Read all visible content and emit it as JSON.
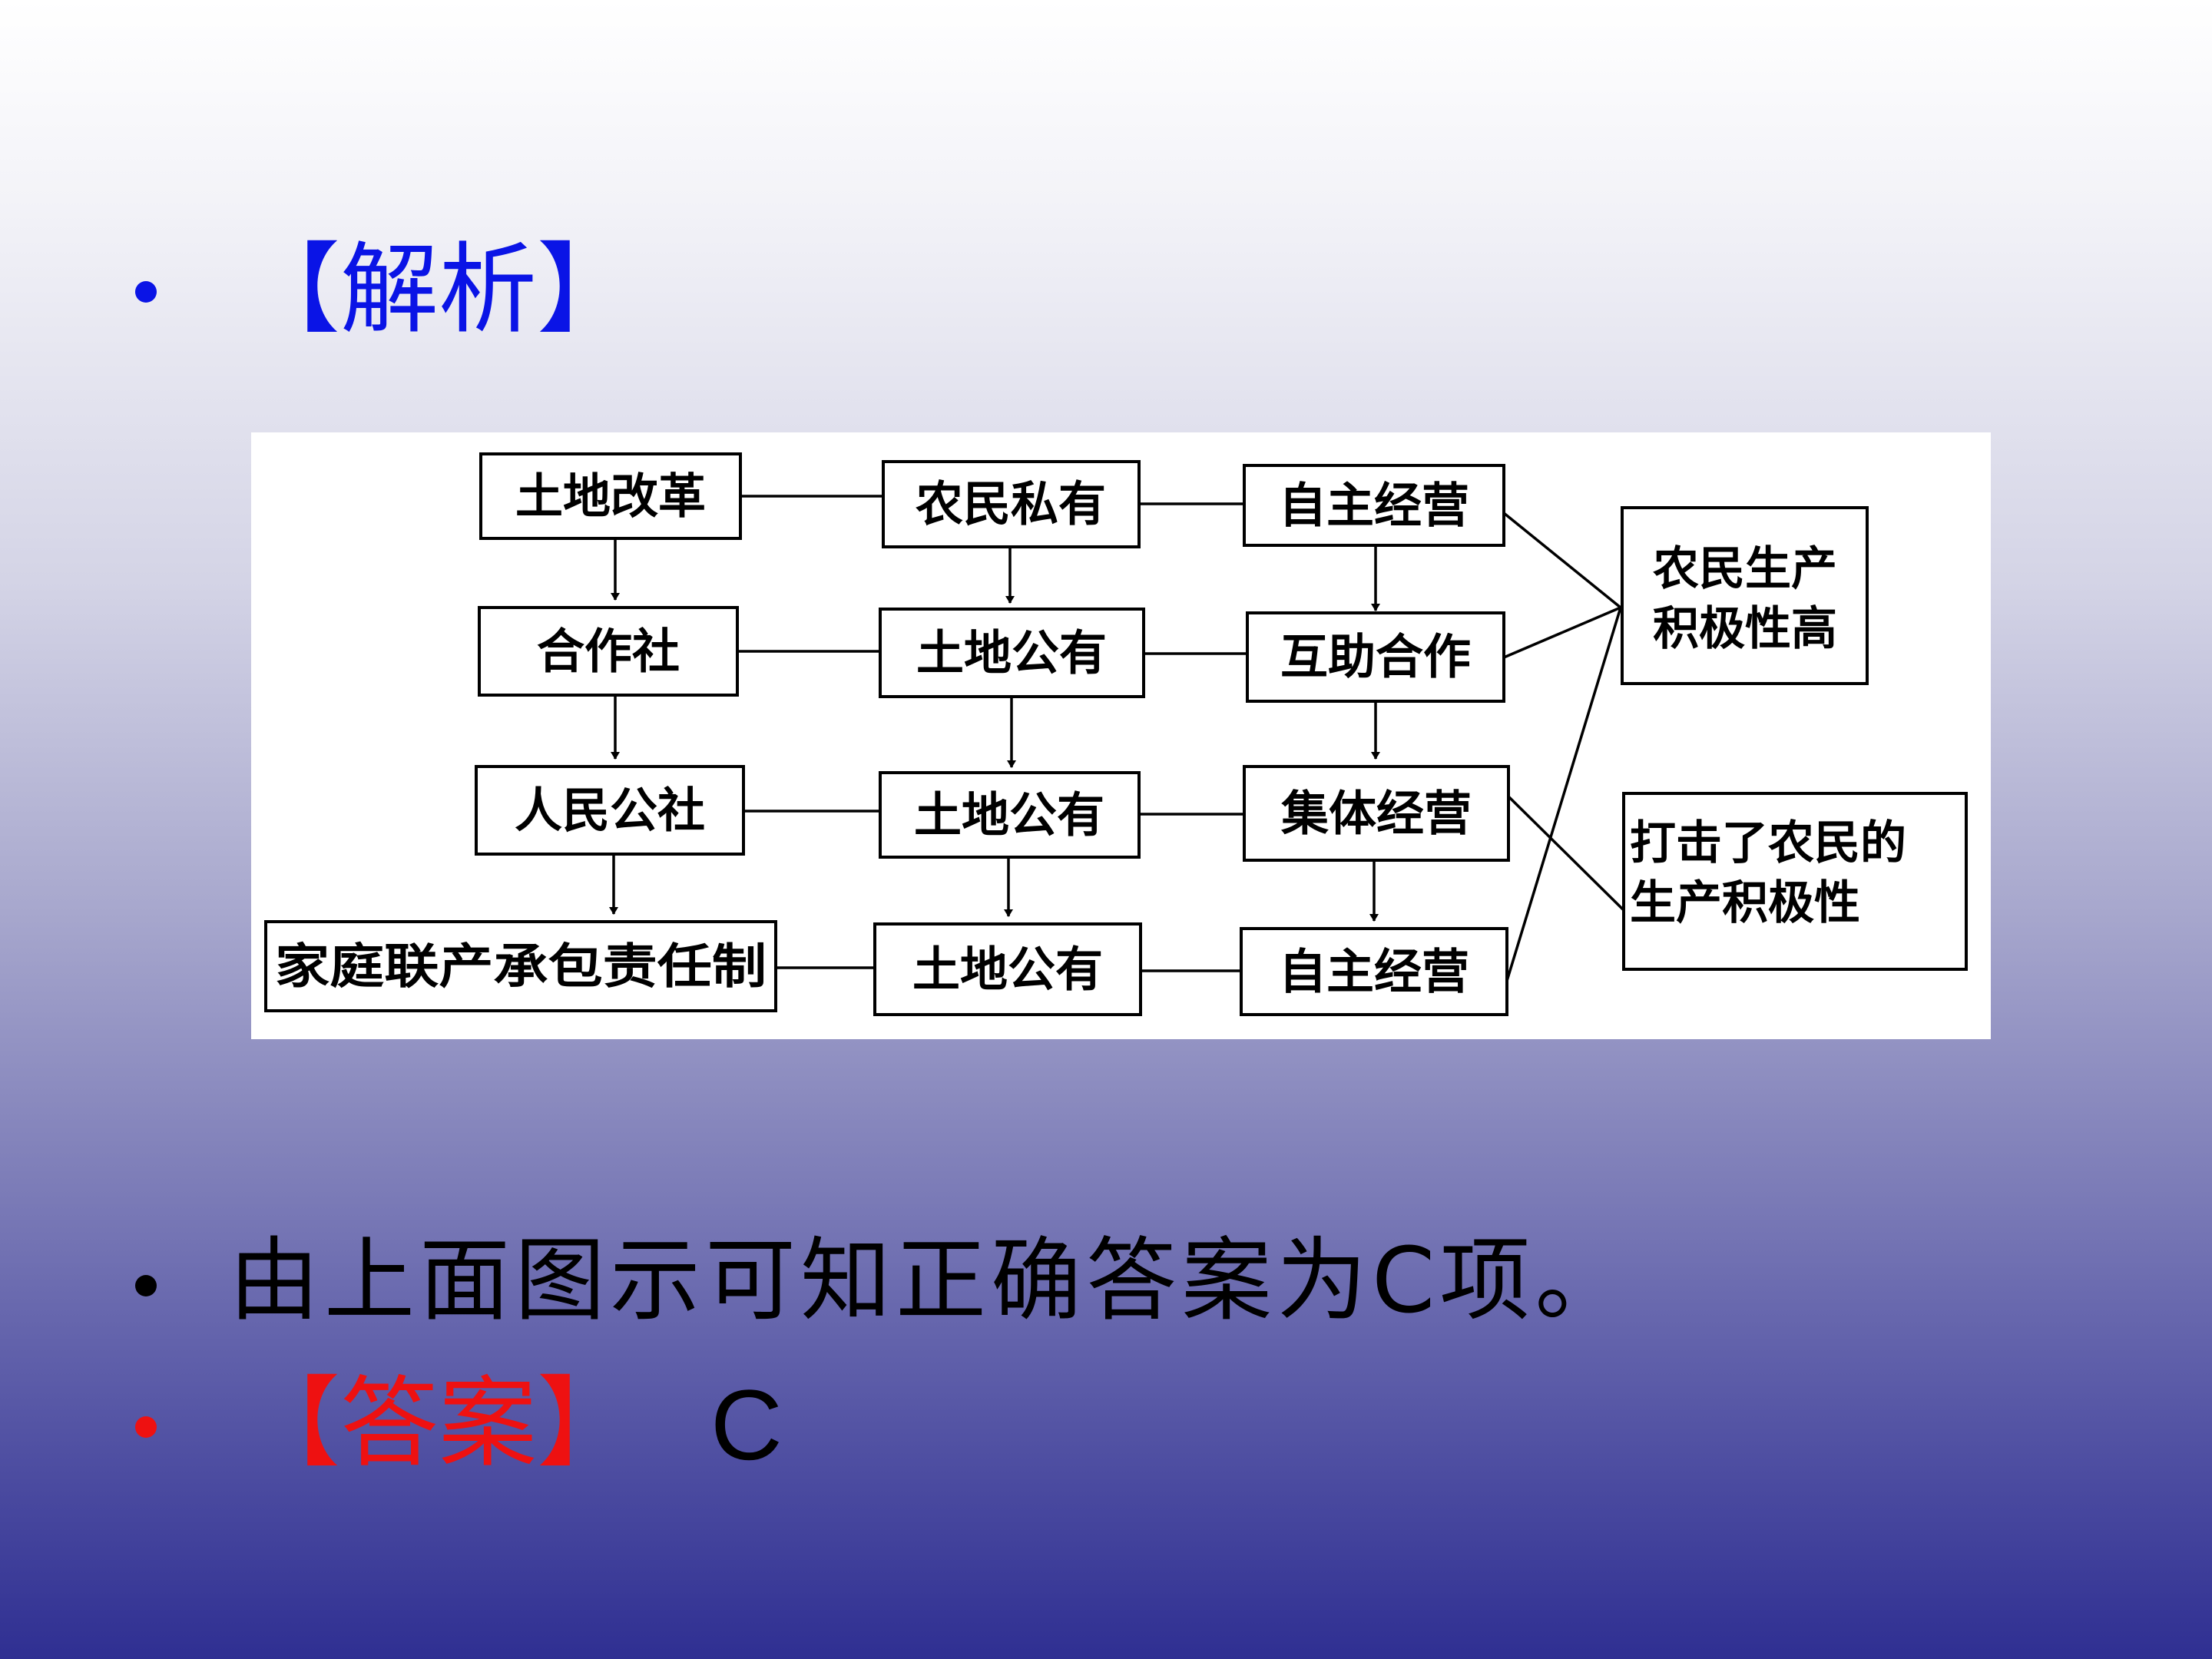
{
  "heading_analysis": "【解析】",
  "diagram": {
    "nodes": {
      "land_reform": "土地改革",
      "cooperative": "合作社",
      "commune": "人民公社",
      "contract": "家庭联产承包责任制",
      "private_1": "农民私有",
      "public_2": "土地公有",
      "public_3": "土地公有",
      "public_4": "土地公有",
      "self_1": "自主经营",
      "mutual": "互助合作",
      "collective": "集体经营",
      "self_4": "自主经营",
      "high_1": "农民生产",
      "high_2": "积极性高",
      "hurt_1": "打击了农民的",
      "hurt_2": "生产积极性"
    }
  },
  "body_text": "由上面图示可知正确答案为C项。",
  "heading_answer": "【答案】",
  "answer_value": "C",
  "colors": {
    "heading_blue": "#0a14e6",
    "heading_red": "#ee1111",
    "bullet_blue": "#0a14e6",
    "bullet_black": "#000000",
    "bullet_red": "#ee1111"
  }
}
